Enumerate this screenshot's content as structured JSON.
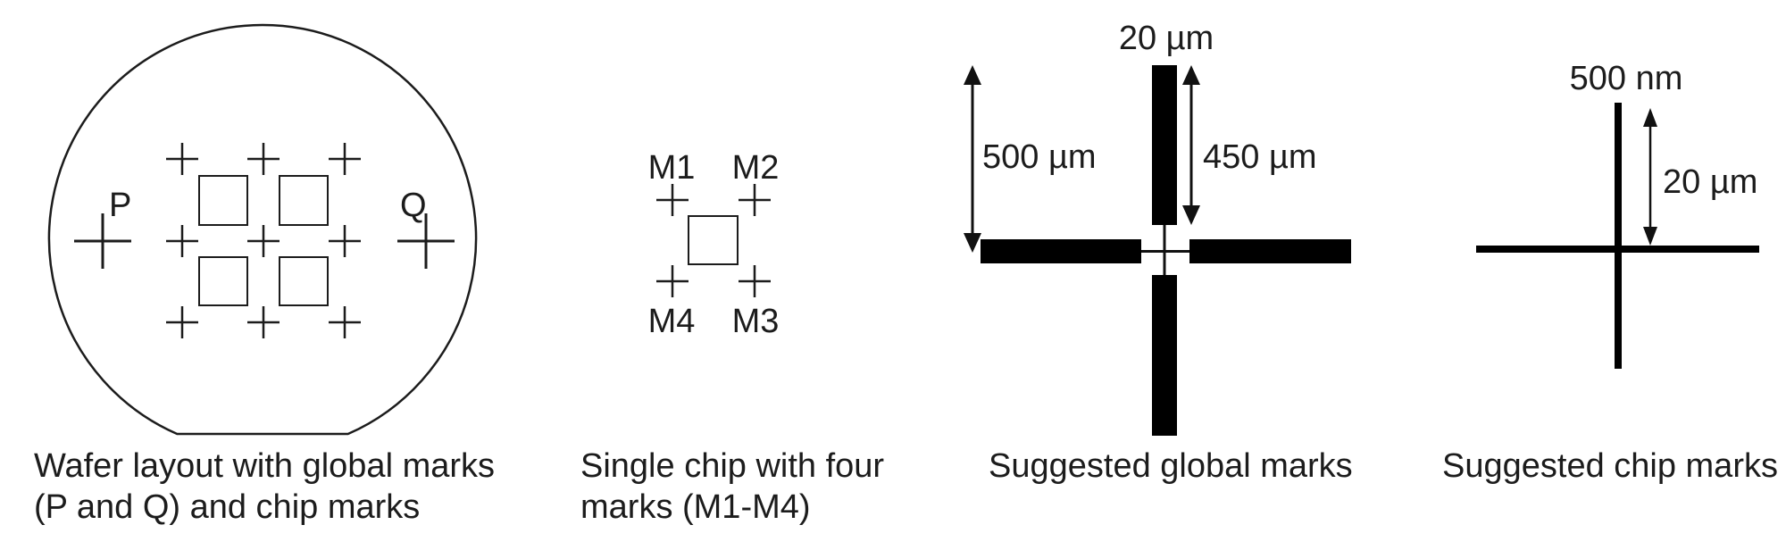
{
  "colors": {
    "ink": "#1c1c1c",
    "bar": "#000000",
    "background": "#ffffff"
  },
  "wafer_panel": {
    "label_p": "P",
    "label_q": "Q",
    "caption_line1": "Wafer layout with global marks",
    "caption_line2": "(P and Q) and chip marks"
  },
  "chip_panel": {
    "label_m1": "M1",
    "label_m2": "M2",
    "label_m3": "M3",
    "label_m4": "M4",
    "caption_line1": "Single chip with four",
    "caption_line2": "marks (M1-M4)"
  },
  "global_marks_panel": {
    "dim_bar_width": "20 µm",
    "dim_half_length": "500 µm",
    "dim_bar_length": "450 µm",
    "caption": "Suggested global marks"
  },
  "chip_marks_panel": {
    "dim_line_width": "500 nm",
    "dim_arm_length": "20 µm",
    "caption": "Suggested chip marks"
  }
}
